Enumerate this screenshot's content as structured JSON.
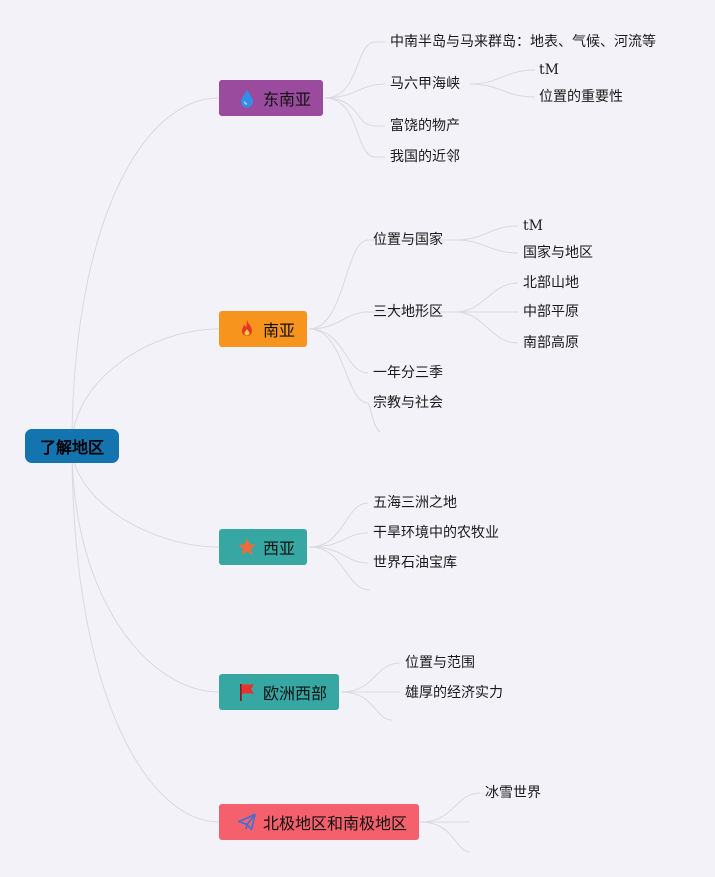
{
  "colors": {
    "root": "#1374b0",
    "southeast_asia": "#9b4b9e",
    "south_asia": "#f7941d",
    "west_asia": "#37a7a4",
    "western_europe": "#37a7a4",
    "polar": "#f4606c",
    "link": "#d9d9e0"
  },
  "root": {
    "label": "了解地区"
  },
  "branches": [
    {
      "label": "东南亚",
      "icon": "drop-icon",
      "children": [
        {
          "label": "中南半岛与马来群岛：地表、气候、河流等"
        },
        {
          "label": "马六甲海峡",
          "children": [
            {
              "label": "tM"
            },
            {
              "label": "位置的重要性"
            }
          ]
        },
        {
          "label": "富饶的物产"
        },
        {
          "label": "我国的近邻"
        }
      ]
    },
    {
      "label": "南亚",
      "icon": "flame-icon",
      "children": [
        {
          "label": "位置与国家",
          "children": [
            {
              "label": "tM"
            },
            {
              "label": "国家与地区"
            }
          ]
        },
        {
          "label": "三大地形区",
          "children": [
            {
              "label": "北部山地"
            },
            {
              "label": "中部平原"
            },
            {
              "label": "南部高原"
            }
          ]
        },
        {
          "label": "一年分三季"
        },
        {
          "label": "宗教与社会"
        }
      ]
    },
    {
      "label": "西亚",
      "icon": "star-icon",
      "children": [
        {
          "label": "五海三洲之地"
        },
        {
          "label": "干旱环境中的农牧业"
        },
        {
          "label": "世界石油宝库"
        }
      ]
    },
    {
      "label": "欧洲西部",
      "icon": "flag-icon",
      "children": [
        {
          "label": "位置与范围"
        },
        {
          "label": "雄厚的经济实力"
        }
      ]
    },
    {
      "label": "北极地区和南极地区",
      "icon": "paper-plane-icon",
      "children": [
        {
          "label": "冰雪世界"
        }
      ]
    }
  ]
}
